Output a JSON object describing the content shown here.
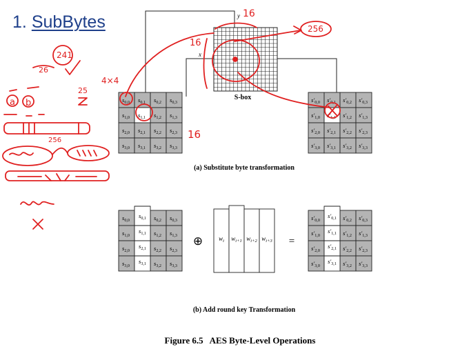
{
  "slide": {
    "number": "1.",
    "title": "SubBytes"
  },
  "sbox": {
    "label": "S-box",
    "axis_y": "y",
    "axis_x": "x"
  },
  "state_in": [
    [
      "s0,0",
      "s0,1",
      "s0,2",
      "s0,3"
    ],
    [
      "s1,0",
      "s1,1",
      "s1,2",
      "s1,3"
    ],
    [
      "s2,0",
      "s2,1",
      "s2,2",
      "s2,3"
    ],
    [
      "s3,0",
      "s3,1",
      "s3,2",
      "s3,3"
    ]
  ],
  "state_out": [
    [
      "s'0,0",
      "s'0,1",
      "s'0,2",
      "s'0,3"
    ],
    [
      "s'1,0",
      "s'1,1",
      "s'1,2",
      "s'1,3"
    ],
    [
      "s'2,0",
      "s'2,1",
      "s'2,2",
      "s'2,3"
    ],
    [
      "s'3,0",
      "s'3,1",
      "s'3,2",
      "s'3,3"
    ]
  ],
  "round_key_words": [
    "wi",
    "wi+1",
    "wi+2",
    "wi+3"
  ],
  "operators": {
    "plus": "⊕",
    "equals": "="
  },
  "captions": {
    "a": "(a) Substitute byte transformation",
    "b": "(b) Add round key Transformation",
    "figure": "Figure 6.5   AES Byte-Level Operations"
  },
  "annotations": {
    "y16": "16",
    "left16": "16",
    "n256_top": "256",
    "n16_mid": "16",
    "n4x4": "4×4",
    "n241": "241",
    "n26": "26",
    "n25": "25",
    "n256_left": "256",
    "letter_a": "a",
    "letter_b": "b"
  },
  "colors": {
    "title_blue": "#1e3f8a",
    "ink_red": "#e02020",
    "cell_gray": "#b4b4b4",
    "cell_white": "#ffffff",
    "line": "#222222"
  }
}
